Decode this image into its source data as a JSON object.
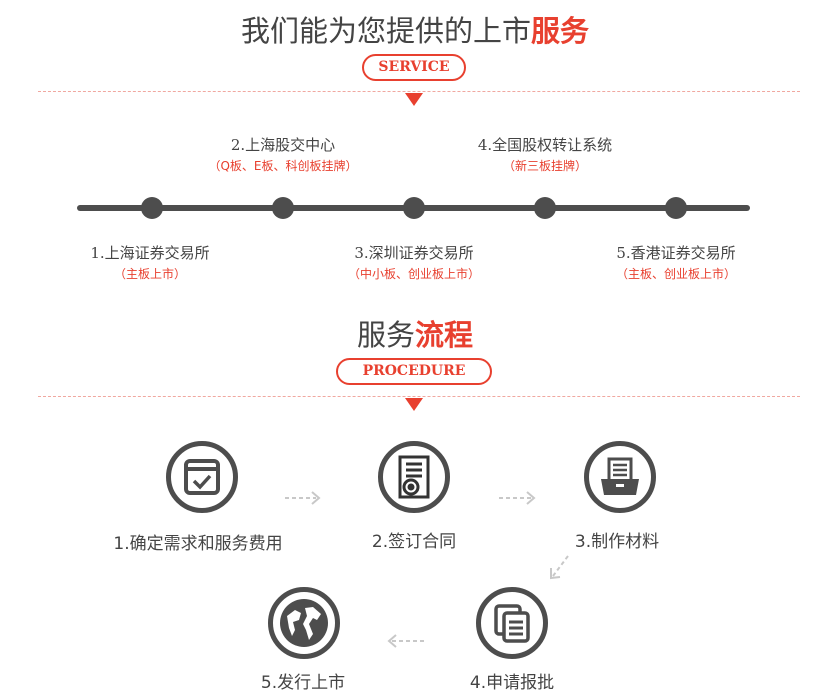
{
  "service": {
    "title_prefix": "我们能为您提供的上市",
    "title_highlight": "服务",
    "badge": "SERVICE",
    "markets": [
      {
        "label": "1.上海证券交易所",
        "sub": "（主板上市）"
      },
      {
        "label": "2.上海股交中心",
        "sub": "（Q板、E板、科创板挂牌）"
      },
      {
        "label": "3.深圳证券交易所",
        "sub": "（中小板、创业板上市）"
      },
      {
        "label": "4.全国股权转让系统",
        "sub": "（新三板挂牌）"
      },
      {
        "label": "5.香港证券交易所",
        "sub": "（主板、创业板上市）"
      }
    ]
  },
  "procedure": {
    "title_prefix": "服务",
    "title_highlight": "流程",
    "badge": "PROCEDURE",
    "steps": [
      {
        "label": "1.确定需求和服务费用",
        "icon": "calendar-check-icon"
      },
      {
        "label": "2.签订合同",
        "icon": "certificate-icon"
      },
      {
        "label": "3.制作材料",
        "icon": "document-tray-icon"
      },
      {
        "label": "4.申请报批",
        "icon": "documents-icon"
      },
      {
        "label": "5.发行上市",
        "icon": "globe-icon"
      }
    ]
  },
  "colors": {
    "accent": "#e8402f",
    "dark": "#4d4d4d"
  }
}
